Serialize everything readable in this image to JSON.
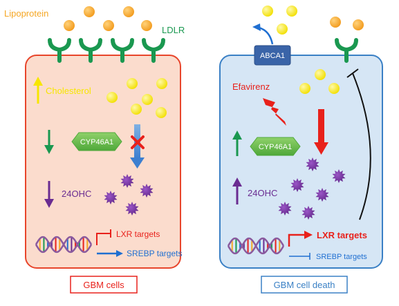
{
  "left_panel": {
    "label": "GBM cells",
    "lipoprotein_label": "Lipoprotein",
    "receptor_label": "LDLR",
    "cholesterol_label": "Cholesterol",
    "enzyme_label": "CYP46A1",
    "metabolite_label": "24OHC",
    "lxr_label": "LXR targets",
    "srebp_label": "SREBP targets"
  },
  "right_panel": {
    "label": "GBM cell death",
    "transporter_label": "ABCA1",
    "drug_label": "Efavirenz",
    "enzyme_label": "CYP46A1",
    "metabolite_label": "24OHC",
    "lxr_label": "LXR targets",
    "srebp_label": "SREBP targets"
  },
  "colors": {
    "lipoprotein": "#f5a623",
    "cholesterol": "#f7e600",
    "receptor": "#1a9850",
    "enzyme": "#6abf45",
    "metabolite": "#6a2c91",
    "drug": "#e8211b",
    "left_cell_fill": "#fbdccd",
    "left_cell_border": "#e8452b",
    "right_cell_fill": "#d6e6f5",
    "right_cell_border": "#3a80c5",
    "transporter": "#3a64a8",
    "srebp": "#1f6fd1"
  }
}
